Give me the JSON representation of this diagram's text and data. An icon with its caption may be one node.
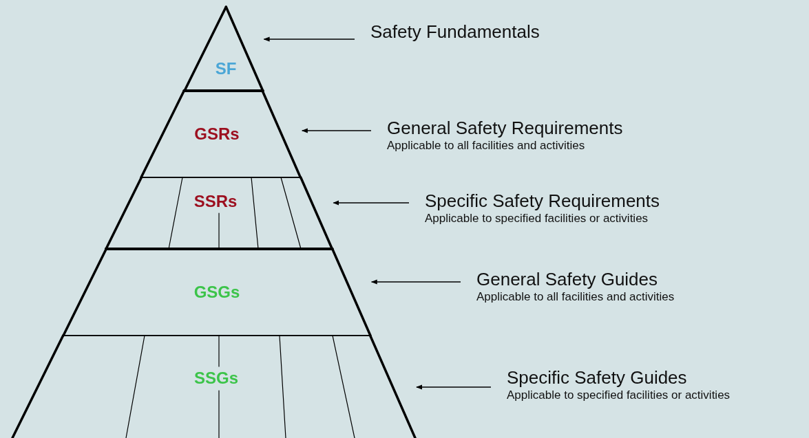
{
  "diagram": {
    "nodes": [
      {
        "text": [
          "SF"
        ]
      },
      {
        "text": [
          "Safety Fundamentals"
        ]
      },
      {
        "text": [
          "GSRs"
        ]
      },
      {
        "text": [
          "General Safety Requirements",
          "Applicable to all facilities and activities"
        ]
      },
      {
        "text": [
          "SSRs"
        ]
      },
      {
        "text": [
          "Specific Safety Requirements",
          "Applicable to specified facilities or activities"
        ]
      },
      {
        "text": [
          "GSGs"
        ]
      },
      {
        "text": [
          "General Safety Guides",
          "Applicable to all facilities and activities"
        ]
      },
      {
        "text": [
          "SSGs"
        ]
      },
      {
        "text": [
          "Specific Safety Guides",
          "Applicable to specified facilities or activities"
        ]
      }
    ],
    "edges": [
      {
        "from": 1,
        "to": 0,
        "arrow": "to"
      },
      {
        "from": 3,
        "to": 2,
        "arrow": "to"
      },
      {
        "from": 5,
        "to": 4,
        "arrow": "to"
      },
      {
        "from": 7,
        "to": 6,
        "arrow": "to"
      },
      {
        "from": 9,
        "to": 8,
        "arrow": "to"
      }
    ]
  }
}
